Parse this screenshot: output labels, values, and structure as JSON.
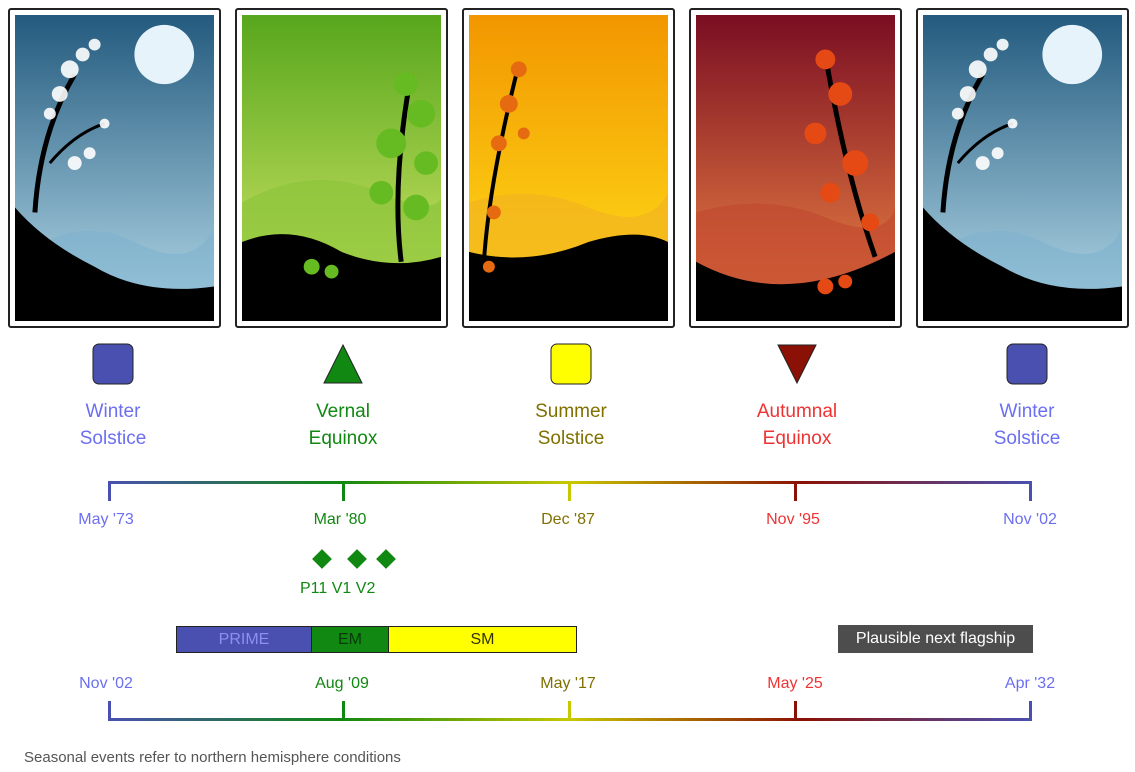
{
  "colors": {
    "winter": "#4a50b0",
    "winter_text": "#6b6ff0",
    "vernal": "#118811",
    "summer": "#ffff00",
    "summer_text": "#807000",
    "autumnal": "#8b1005",
    "autumnal_text": "#ee3333",
    "badge_bg": "#4d4d4d",
    "footnote": "#555555"
  },
  "panels": [
    {
      "scene": "winter",
      "sky_top": "#235a7e",
      "sky_bottom": "#b7dceb",
      "foliage": "white-blossom",
      "moon": true
    },
    {
      "scene": "spring",
      "sky_top": "#57a61c",
      "sky_bottom": "#d9ea6c",
      "foliage": "green-leaves",
      "moon": false
    },
    {
      "scene": "summer",
      "sky_top": "#f29600",
      "sky_bottom": "#ffe21a",
      "foliage": "orange-leaves",
      "moon": false
    },
    {
      "scene": "autumn",
      "sky_top": "#7a0d22",
      "sky_bottom": "#f28a45",
      "foliage": "red-orange-leaves",
      "moon": false
    },
    {
      "scene": "winter",
      "sky_top": "#235a7e",
      "sky_bottom": "#b7dceb",
      "foliage": "white-blossom",
      "moon": true
    }
  ],
  "seasons": [
    {
      "line1": "Winter",
      "line2": "Solstice",
      "marker": "square-icon"
    },
    {
      "line1": "Vernal",
      "line2": "Equinox",
      "marker": "triangle-up-icon"
    },
    {
      "line1": "Summer",
      "line2": "Solstice",
      "marker": "square-icon"
    },
    {
      "line1": "Autumnal",
      "line2": "Equinox",
      "marker": "triangle-down-icon"
    },
    {
      "line1": "Winter",
      "line2": "Solstice",
      "marker": "square-icon"
    }
  ],
  "top_timeline": {
    "dates": [
      "May '73",
      "Mar '80",
      "Dec '87",
      "Nov '95",
      "Nov '02"
    ]
  },
  "milestones": [
    "P11",
    "V1",
    "V2"
  ],
  "mission_bar": [
    {
      "label": "PRIME",
      "color": "#4a50b0",
      "text_color": "#8c90f0"
    },
    {
      "label": "EM",
      "color": "#118811",
      "text_color": "#0a3a0a"
    },
    {
      "label": "SM",
      "color": "#ffff00",
      "text_color": "#333300"
    }
  ],
  "badge": {
    "label": "Plausible next flagship"
  },
  "bottom_timeline": {
    "dates": [
      "Nov '02",
      "Aug '09",
      "May '17",
      "May '25",
      "Apr '32"
    ]
  },
  "footnote": "Seasonal events refer to northern hemisphere conditions"
}
